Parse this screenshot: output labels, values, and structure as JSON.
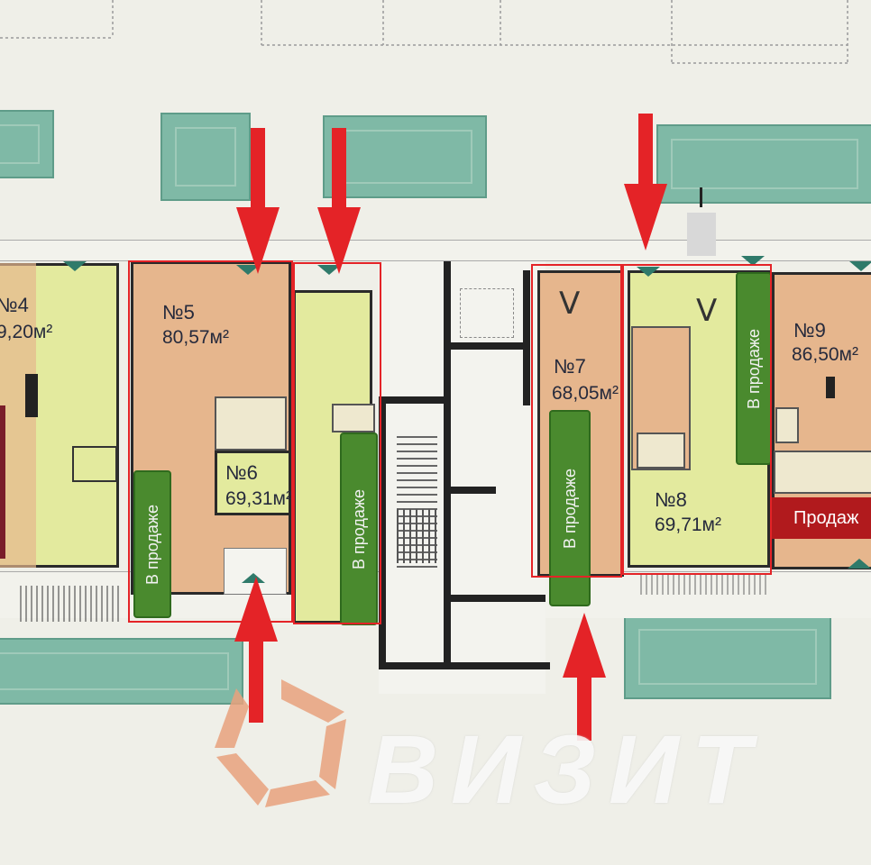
{
  "units": [
    {
      "num": "№4",
      "area": "9,20м²"
    },
    {
      "num": "№5",
      "area": "80,57м²"
    },
    {
      "num": "№6",
      "area": "69,31м²"
    },
    {
      "num": "№7",
      "area": "68,05м²"
    },
    {
      "num": "№8",
      "area": "69,71м²"
    },
    {
      "num": "№9",
      "area": "86,50м²"
    }
  ],
  "sale_labels": {
    "v1": "В продаже",
    "v2": "В продаже",
    "v3": "В продаже",
    "v4": "В продаже",
    "h1": "Продаж"
  },
  "marks": {
    "tick": "V"
  },
  "watermark": {
    "text": "ВИЗИТ"
  },
  "colors": {
    "room_tan": "#e6b68d",
    "room_yellow": "#e3ea9e",
    "pool": "#7fb9a6",
    "sale_green": "#4a8a2e",
    "sale_red": "#b11a1d",
    "highlight_red": "#e42327",
    "logo_orange": "#e9a27e"
  }
}
